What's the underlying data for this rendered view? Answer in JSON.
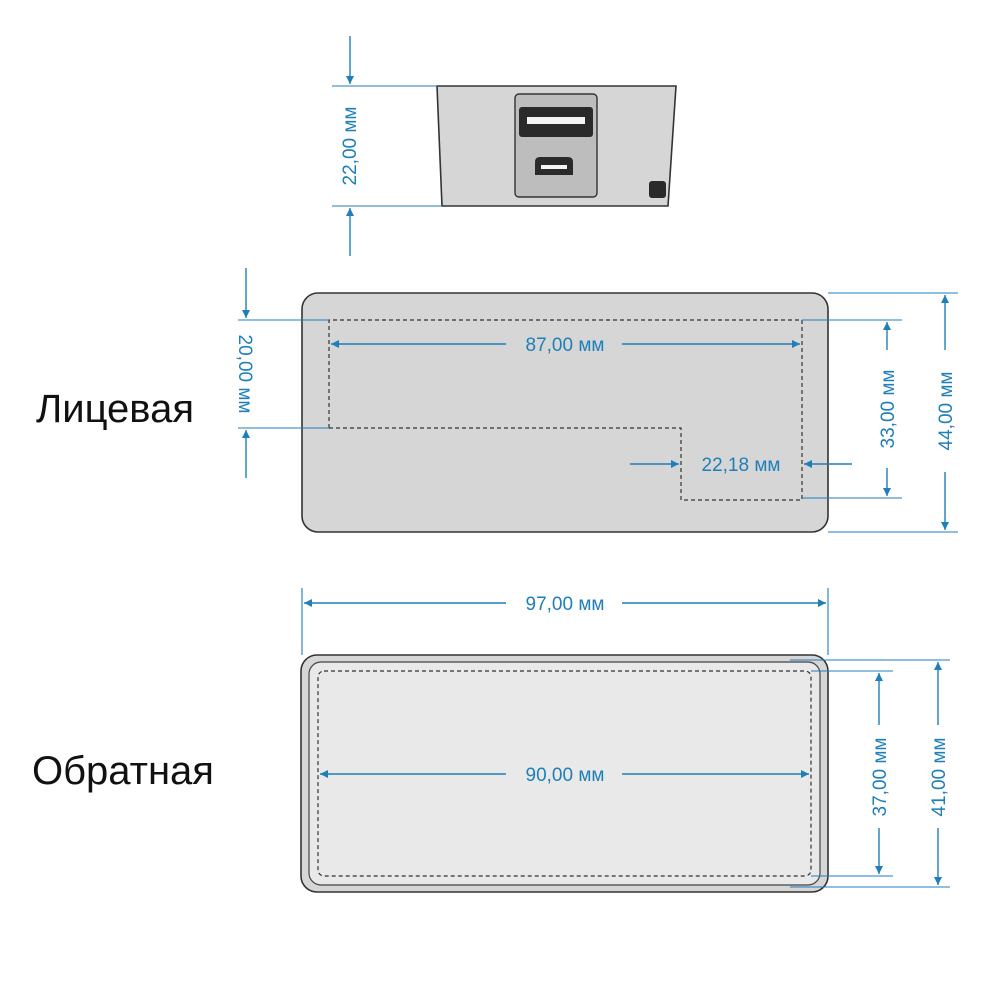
{
  "labels": {
    "front": "Лицевая",
    "back": "Обратная"
  },
  "dimensions": {
    "top_height": "22,00 мм",
    "front_window_height": "20,00 мм",
    "front_window_width": "87,00 мм",
    "front_notch_width": "22,18 мм",
    "front_display_height": "33,00 мм",
    "front_total_height": "44,00 мм",
    "back_total_width": "97,00 мм",
    "back_label_width": "90,00 мм",
    "back_label_height": "37,00 мм",
    "back_total_height": "41,00 мм"
  },
  "colors": {
    "dimension": "#1f7fb8",
    "body_fill": "#d6d6d6",
    "back_panel_fill": "#e9e9e9",
    "connector_dark": "#2a2a2a"
  },
  "icons": {
    "usb_port": "usb-a-port-icon",
    "micro_usb_port": "micro-usb-port-icon",
    "button": "push-button-icon"
  }
}
